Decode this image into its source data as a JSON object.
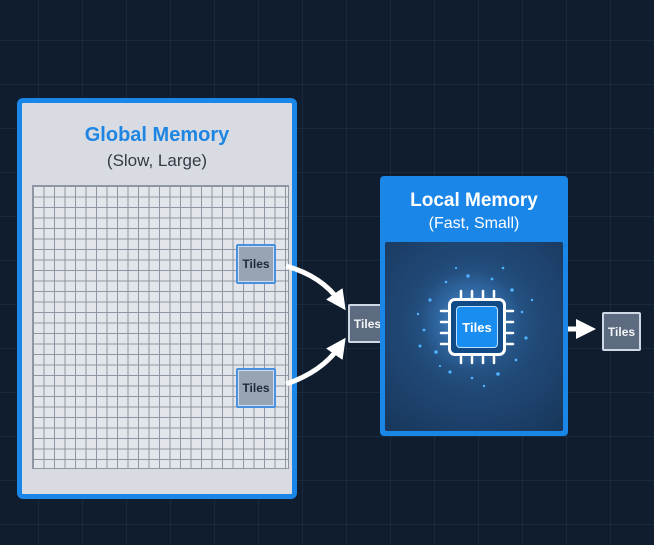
{
  "global_memory": {
    "title": "Global Memory",
    "subtitle": "(Slow, Large)",
    "tiles": [
      "Tiles",
      "Tiles"
    ]
  },
  "staged_tile": "Tiles",
  "local_memory": {
    "title": "Local Memory",
    "subtitle": "(Fast, Small)",
    "chip_label": "Tiles"
  },
  "output_tile": "Tiles",
  "colors": {
    "accent": "#1a86e8",
    "background": "#0f1d2e"
  }
}
